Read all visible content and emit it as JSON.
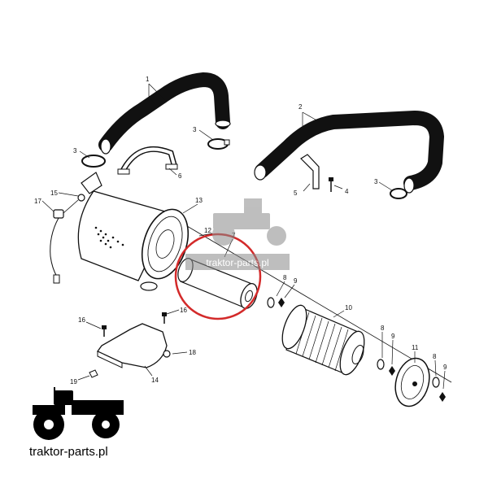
{
  "diagram": {
    "callouts": [
      "1",
      "2",
      "3",
      "3",
      "3",
      "4",
      "5",
      "6",
      "7",
      "8",
      "8",
      "8",
      "9",
      "9",
      "9",
      "10",
      "11",
      "12",
      "13",
      "14",
      "15",
      "16",
      "16",
      "17",
      "18",
      "19"
    ],
    "highlighted_part": "7"
  },
  "watermark": {
    "text": "traktor-parts.pl"
  },
  "logo": {
    "text": "traktor-parts.pl"
  },
  "colors": {
    "line": "#111111",
    "highlight": "#d32a2a",
    "watermark": "#8a8a8a"
  }
}
